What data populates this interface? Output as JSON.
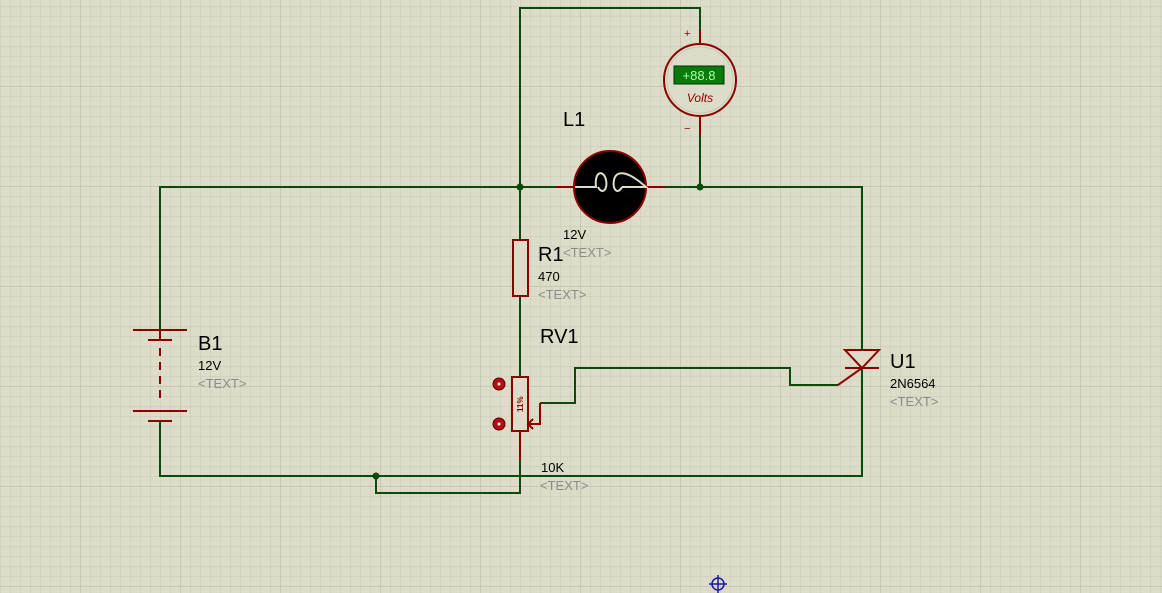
{
  "components": {
    "battery": {
      "ref": "B1",
      "value": "12V",
      "text": "<TEXT>"
    },
    "lamp": {
      "ref": "L1",
      "value": "12V",
      "text": "<TEXT>"
    },
    "resistor": {
      "ref": "R1",
      "value": "470",
      "text": "<TEXT>"
    },
    "pot": {
      "ref": "RV1",
      "value": "10K",
      "text": "<TEXT>",
      "wiper": "11%"
    },
    "scr": {
      "ref": "U1",
      "value": "2N6564",
      "text": "<TEXT>"
    },
    "voltmeter": {
      "display": "+88.8",
      "unit": "Volts",
      "plus": "+",
      "minus": "−"
    }
  },
  "colors": {
    "background": "#dcdcc8",
    "grid_minor": "#c8c8b4",
    "grid_major": "#b4b4a0",
    "wire": "#0c4a0c",
    "component": "#8b0000",
    "component_fill": "#dcdcc8",
    "display_bg": "#0a7a0a",
    "display_fg": "#a8ffa8",
    "marker": "#1a1aa0"
  },
  "icons": {
    "origin_marker": "crosshair-circle-icon",
    "pin_marker": "red-pin-dot-icon"
  }
}
